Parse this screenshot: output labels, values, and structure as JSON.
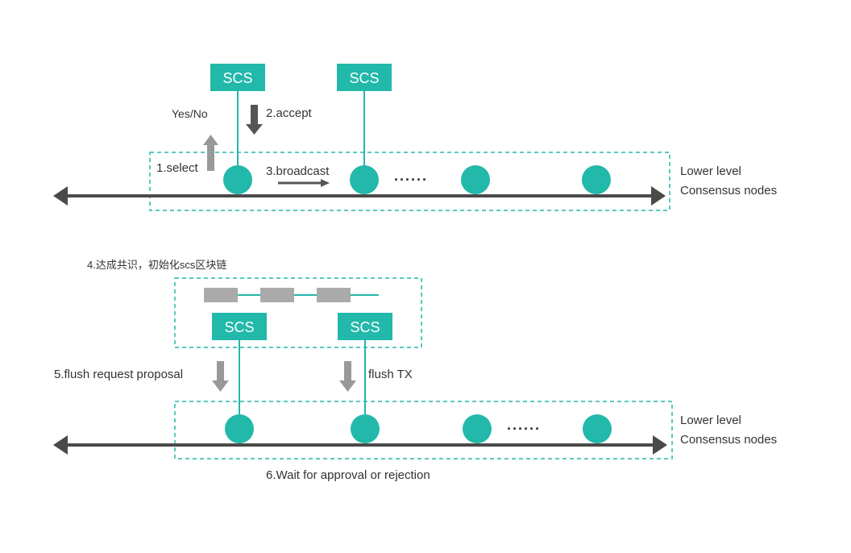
{
  "colors": {
    "teal": "#22b8aa",
    "axis": "#4a4a4a",
    "arrow_dark": "#555555",
    "arrow_gray": "#999999",
    "block_gray": "#aaaaaa",
    "text": "#333333"
  },
  "top": {
    "scs_left": "SCS",
    "scs_right": "SCS",
    "yes_no": "Yes/No",
    "accept": "2.accept",
    "select": "1.select",
    "broadcast": "3.broadcast",
    "dots": "......",
    "lower_level": "Lower level",
    "consensus_nodes": "Consensus nodes"
  },
  "middle": {
    "consensus_init": "4.达成共识，初始化scs区块链",
    "scs_left": "SCS",
    "scs_right": "SCS"
  },
  "bottom": {
    "flush_request": "5.flush request proposal",
    "flush_tx": "flush TX",
    "dots": "......",
    "lower_level": "Lower level",
    "consensus_nodes": "Consensus nodes",
    "wait": "6.Wait for approval or rejection"
  }
}
